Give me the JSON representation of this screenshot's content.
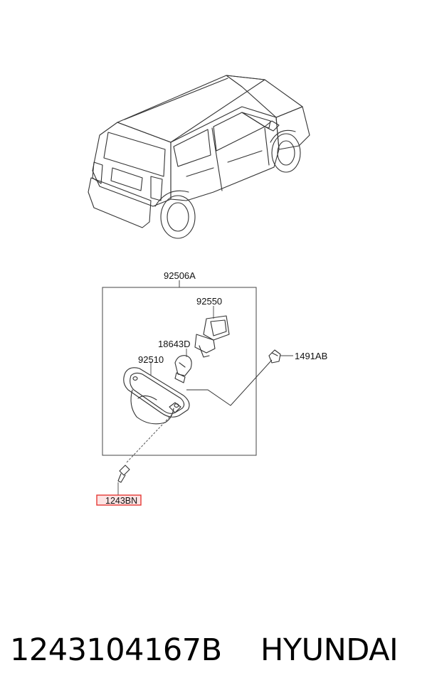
{
  "callouts": {
    "assembly": "92506A",
    "socket": "92550",
    "bulb": "18643D",
    "lens": "92510",
    "grommet": "1491AB",
    "screw": "1243BN"
  },
  "footer": {
    "part_number": "1243104167B",
    "brand": "HYUNDAI"
  },
  "colors": {
    "highlight": "#e53935",
    "highlight_fill": "#fde4e4",
    "line": "#333333"
  }
}
